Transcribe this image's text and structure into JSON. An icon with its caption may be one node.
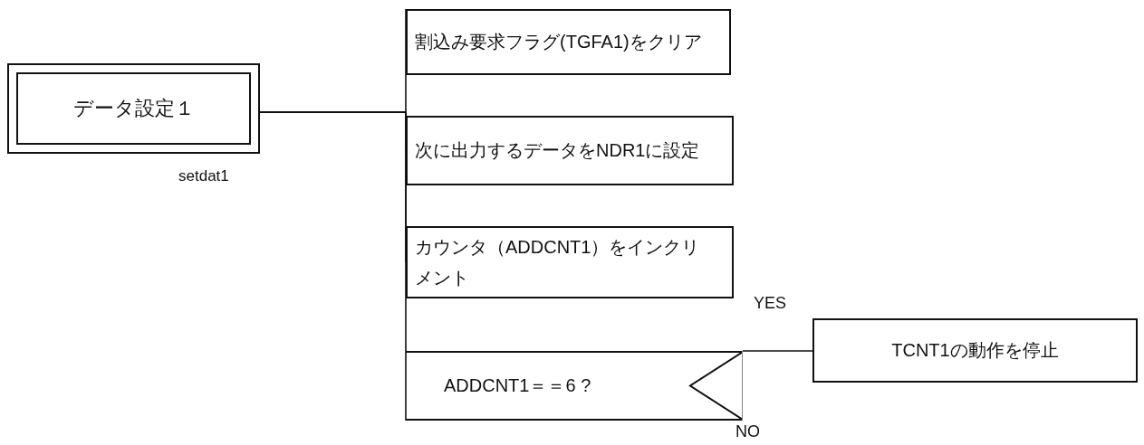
{
  "diagram": {
    "nodes": [
      {
        "text": [
          "データ設定１"
        ],
        "beside": [
          "setdat1"
        ]
      },
      {
        "text": [
          "割込み要求フラグ(TGFA1)をクリア"
        ]
      },
      {
        "text": [
          "次に出力するデータをNDR1に設定"
        ]
      },
      {
        "text": [
          "カウンタ（ADDCNT1）をインクリメント"
        ]
      },
      {
        "text": [
          "ADDCNT1＝＝6 ?"
        ]
      },
      {
        "text": [
          "TCNT1の動作を停止"
        ]
      }
    ],
    "edges": [
      {
        "from": 0,
        "to": 1,
        "arrow": "none"
      },
      {
        "from": 0,
        "to": 2,
        "arrow": "none"
      },
      {
        "from": 0,
        "to": 3,
        "arrow": "none"
      },
      {
        "from": 0,
        "to": 4,
        "arrow": "none"
      },
      {
        "from": 4,
        "to": 5,
        "arrow": "none",
        "label": "YES"
      }
    ],
    "labels": [
      "NO"
    ]
  }
}
